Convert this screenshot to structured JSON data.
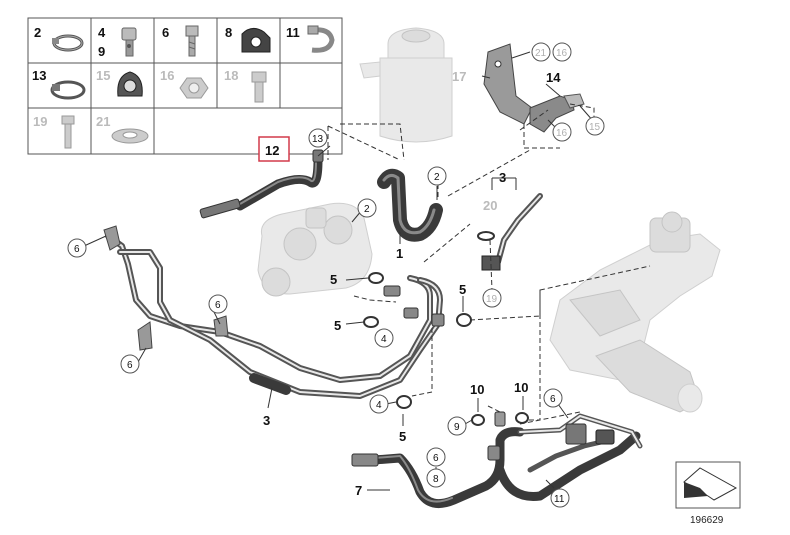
{
  "diagram": {
    "ref_number": "196629",
    "legend": [
      {
        "label": "2",
        "greyed": false
      },
      {
        "label": "4",
        "greyed": false
      },
      {
        "label": "9",
        "greyed": false
      },
      {
        "label": "6",
        "greyed": false
      },
      {
        "label": "8",
        "greyed": false
      },
      {
        "label": "11",
        "greyed": false
      },
      {
        "label": "13",
        "greyed": false
      },
      {
        "label": "15",
        "greyed": true
      },
      {
        "label": "16",
        "greyed": true
      },
      {
        "label": "18",
        "greyed": true
      },
      {
        "label": "19",
        "greyed": true
      },
      {
        "label": "21",
        "greyed": true
      }
    ],
    "callouts": {
      "c1": "1",
      "c2a": "2",
      "c2b": "2",
      "c3a": "3",
      "c3b": "3",
      "c4a": "4",
      "c4b": "4",
      "c5a": "5",
      "c5b": "5",
      "c5c": "5",
      "c5d": "5",
      "c6a": "6",
      "c6b": "6",
      "c6c": "6",
      "c6d": "6",
      "c6e": "6",
      "c7": "7",
      "c8": "8",
      "c9": "9",
      "c10a": "10",
      "c10b": "10",
      "c11": "11",
      "c12": "12",
      "c13": "13",
      "c14": "14",
      "c15": "15",
      "c16a": "16",
      "c16b": "16",
      "c17": "17",
      "c19": "19",
      "c20": "20",
      "c21": "21"
    }
  }
}
